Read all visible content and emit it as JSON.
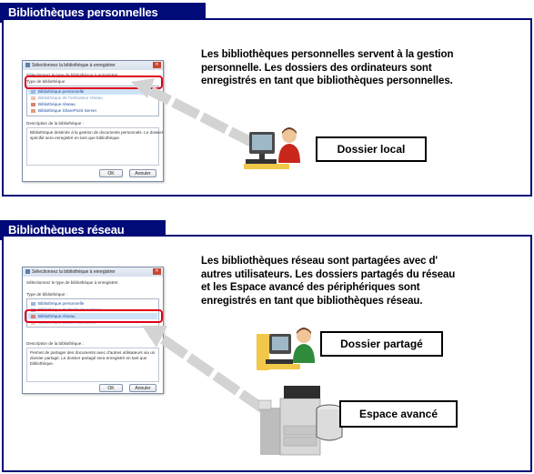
{
  "section1": {
    "title": "Bibliothèques personnelles",
    "description": [
      "Les bibliothèques personnelles servent à la gestion",
      "personnelle. Les dossiers des ordinateurs sont",
      "enregistrés en tant que bibliothèques personnelles."
    ],
    "label": "Dossier local",
    "dialog": {
      "title": "Sélectionnez la bibliothèque à enregistrer",
      "instruction": "Sélectionnez le type de bibliothèque à enregistrer.",
      "list_header": "Type de bibliothèque",
      "items": [
        "Bibliothèque personnelle",
        "Bibliothèque de l'ordinateur réseau",
        "Bibliothèque réseau",
        "Bibliothèque SharePoint Server"
      ],
      "desc_label": "Description de la bibliothèque :",
      "desc_text": [
        "Bibliothèque destinée à la gestion de documents personnels. Le dossier",
        "spécifié sera enregistré en tant que bibliothèque."
      ],
      "ok": "OK",
      "cancel": "Annuler"
    }
  },
  "section2": {
    "title": "Bibliothèques réseau",
    "description": [
      "Les bibliothèques réseau sont partagées avec d'",
      "autres utilisateurs. Les dossiers partagés du réseau",
      "et les Espace avancé des périphériques sont",
      "enregistrés en tant que bibliothèques réseau."
    ],
    "label_shared": "Dossier partagé",
    "label_advanced": "Espace avancé",
    "dialog": {
      "title": "Sélectionnez la bibliothèque à enregistrer",
      "instruction": "Sélectionnez le type de bibliothèque à enregistrer.",
      "list_header": "Type de bibliothèque :",
      "items": [
        "Bibliothèque personnelle",
        "Bibliothèque de l'ordinateur réseau",
        "Bibliothèque réseau",
        "Bibliothèque SharePoint Server"
      ],
      "desc_label": "Description de la bibliothèque :",
      "desc_text": [
        "Permet de partager des documents avec d'autres utilisateurs via un",
        "dossier partagé. Le dossier partagé sera enregistré en tant que",
        "bibliothèque."
      ],
      "ok": "OK",
      "cancel": "Annuler"
    }
  },
  "colors": {
    "header_bg": "#000a78",
    "highlight": "#e1001a",
    "arrow": "#d3d3d3"
  }
}
